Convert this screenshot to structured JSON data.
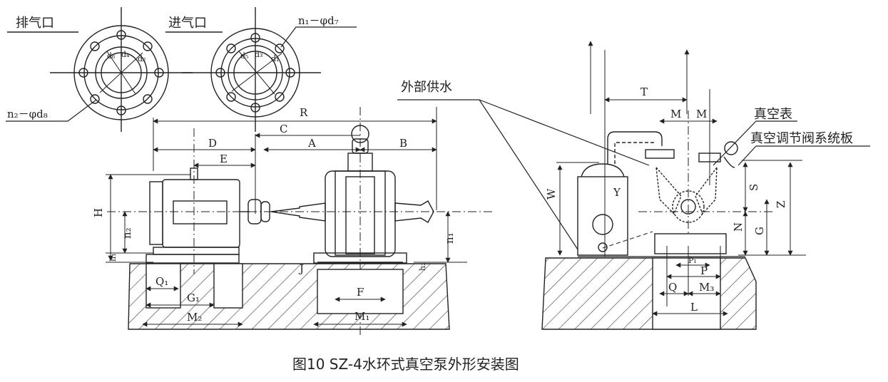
{
  "caption": "图10 SZ-4水环式真空泵外形安装图",
  "flanges": {
    "exhaust_label": "排气口",
    "intake_label": "进气口",
    "exhaust_bolt_label": "n₂－φd₈",
    "intake_bolt_label": "n₁－φd₇",
    "exhaust_d1": "d₆",
    "exhaust_d2": "d₄",
    "exhaust_d3": "d₂",
    "intake_d1": "d₅",
    "intake_d2": "d₃",
    "intake_d3": "d₁"
  },
  "side_view": {
    "R": "R",
    "C": "C",
    "D": "D",
    "A": "A",
    "B": "B",
    "E": "E",
    "H": "H",
    "n2": "n₂",
    "n1": "n₁",
    "h1": "h₁",
    "h2": "h₂",
    "J": "J",
    "Q1": "Q₁",
    "G1": "G₁",
    "M2": "M₂",
    "F": "F",
    "M1": "M₁"
  },
  "end_view": {
    "water_supply": "外部供水",
    "vacuum_gauge": "真空表",
    "valve_board": "真空调节阀系统板",
    "T": "T",
    "M_left": "M",
    "M_right": "M",
    "W": "W",
    "Y": "Y",
    "S": "S",
    "Z": "Z",
    "N": "N",
    "G": "G",
    "P1": "P₁",
    "P": "P",
    "Q": "Q",
    "M3": "M₃",
    "L": "L"
  }
}
